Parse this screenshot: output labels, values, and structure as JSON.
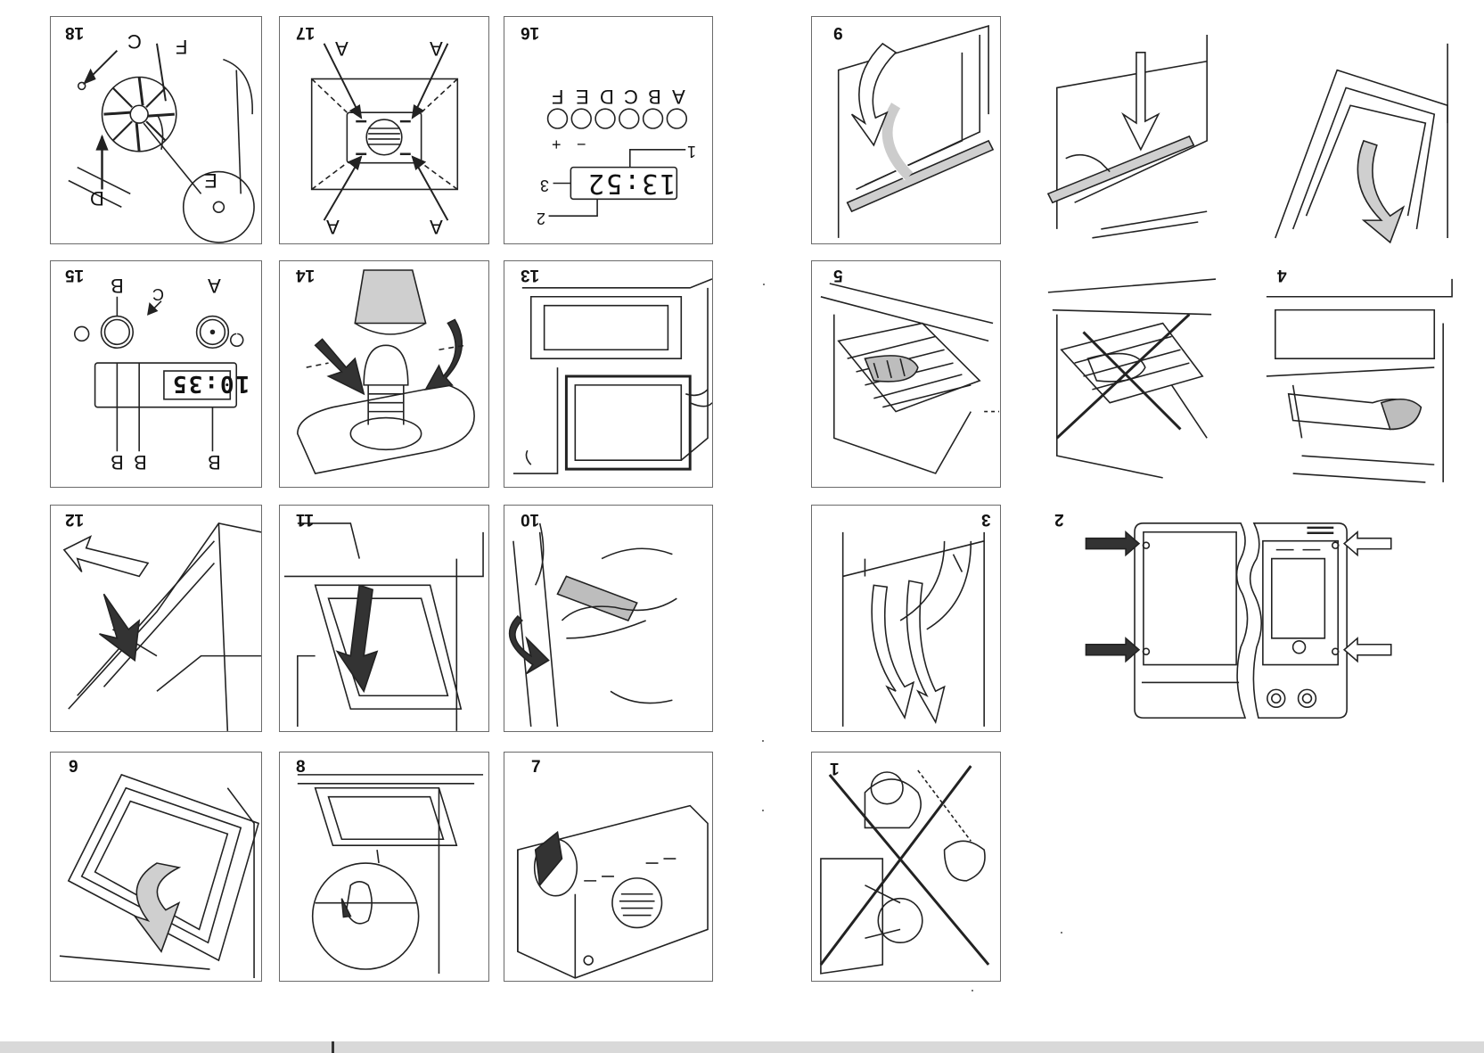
{
  "figures": {
    "f1": "1",
    "f2": "2",
    "f3": "3",
    "f4": "4",
    "f5": "5",
    "f6": "6",
    "f7": "7",
    "f8": "8",
    "f9": "9",
    "f10": "10",
    "f11": "11",
    "f12": "12",
    "f13": "13",
    "f14": "14",
    "f15": "15",
    "f16": "16",
    "f17": "17",
    "f18": "18"
  },
  "fig18": {
    "labels": [
      "C",
      "F",
      "E",
      "D"
    ]
  },
  "fig17": {
    "labels": [
      "A",
      "A",
      "A",
      "A"
    ]
  },
  "fig16": {
    "button_labels": [
      "A",
      "B",
      "C",
      "D",
      "E",
      "F"
    ],
    "button_signs": [
      "+",
      "−"
    ],
    "display": "13:52",
    "callouts": [
      "1",
      "2",
      "3"
    ]
  },
  "fig15": {
    "display": "10:35",
    "labels": {
      "a": "A",
      "b_knob": "B",
      "c": "C",
      "b1": "B",
      "b2": "B",
      "b3": "B"
    }
  }
}
